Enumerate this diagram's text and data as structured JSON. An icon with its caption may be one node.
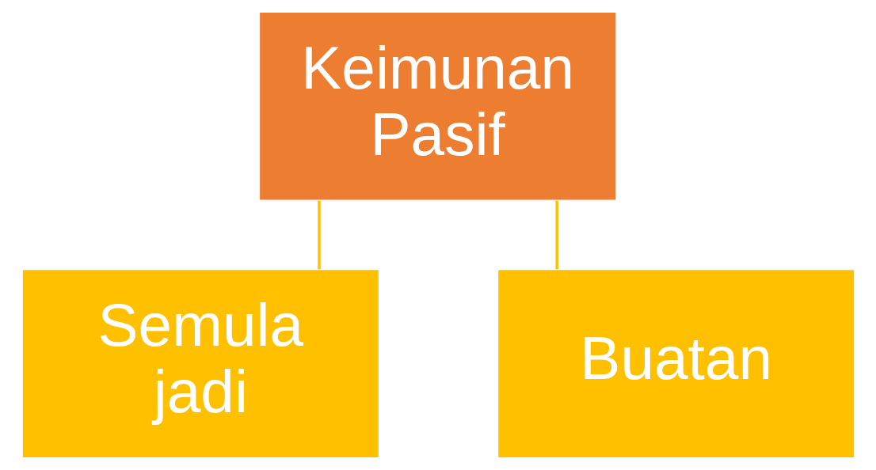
{
  "diagram": {
    "nodes": [
      {
        "text": [
          "Keimunan Pasif"
        ]
      },
      {
        "text": [
          "Semula jadi"
        ]
      },
      {
        "text": [
          "Buatan"
        ]
      }
    ],
    "edges": [
      {
        "from": 0,
        "to": 1,
        "arrow": "none"
      },
      {
        "from": 0,
        "to": 2,
        "arrow": "none"
      }
    ]
  }
}
